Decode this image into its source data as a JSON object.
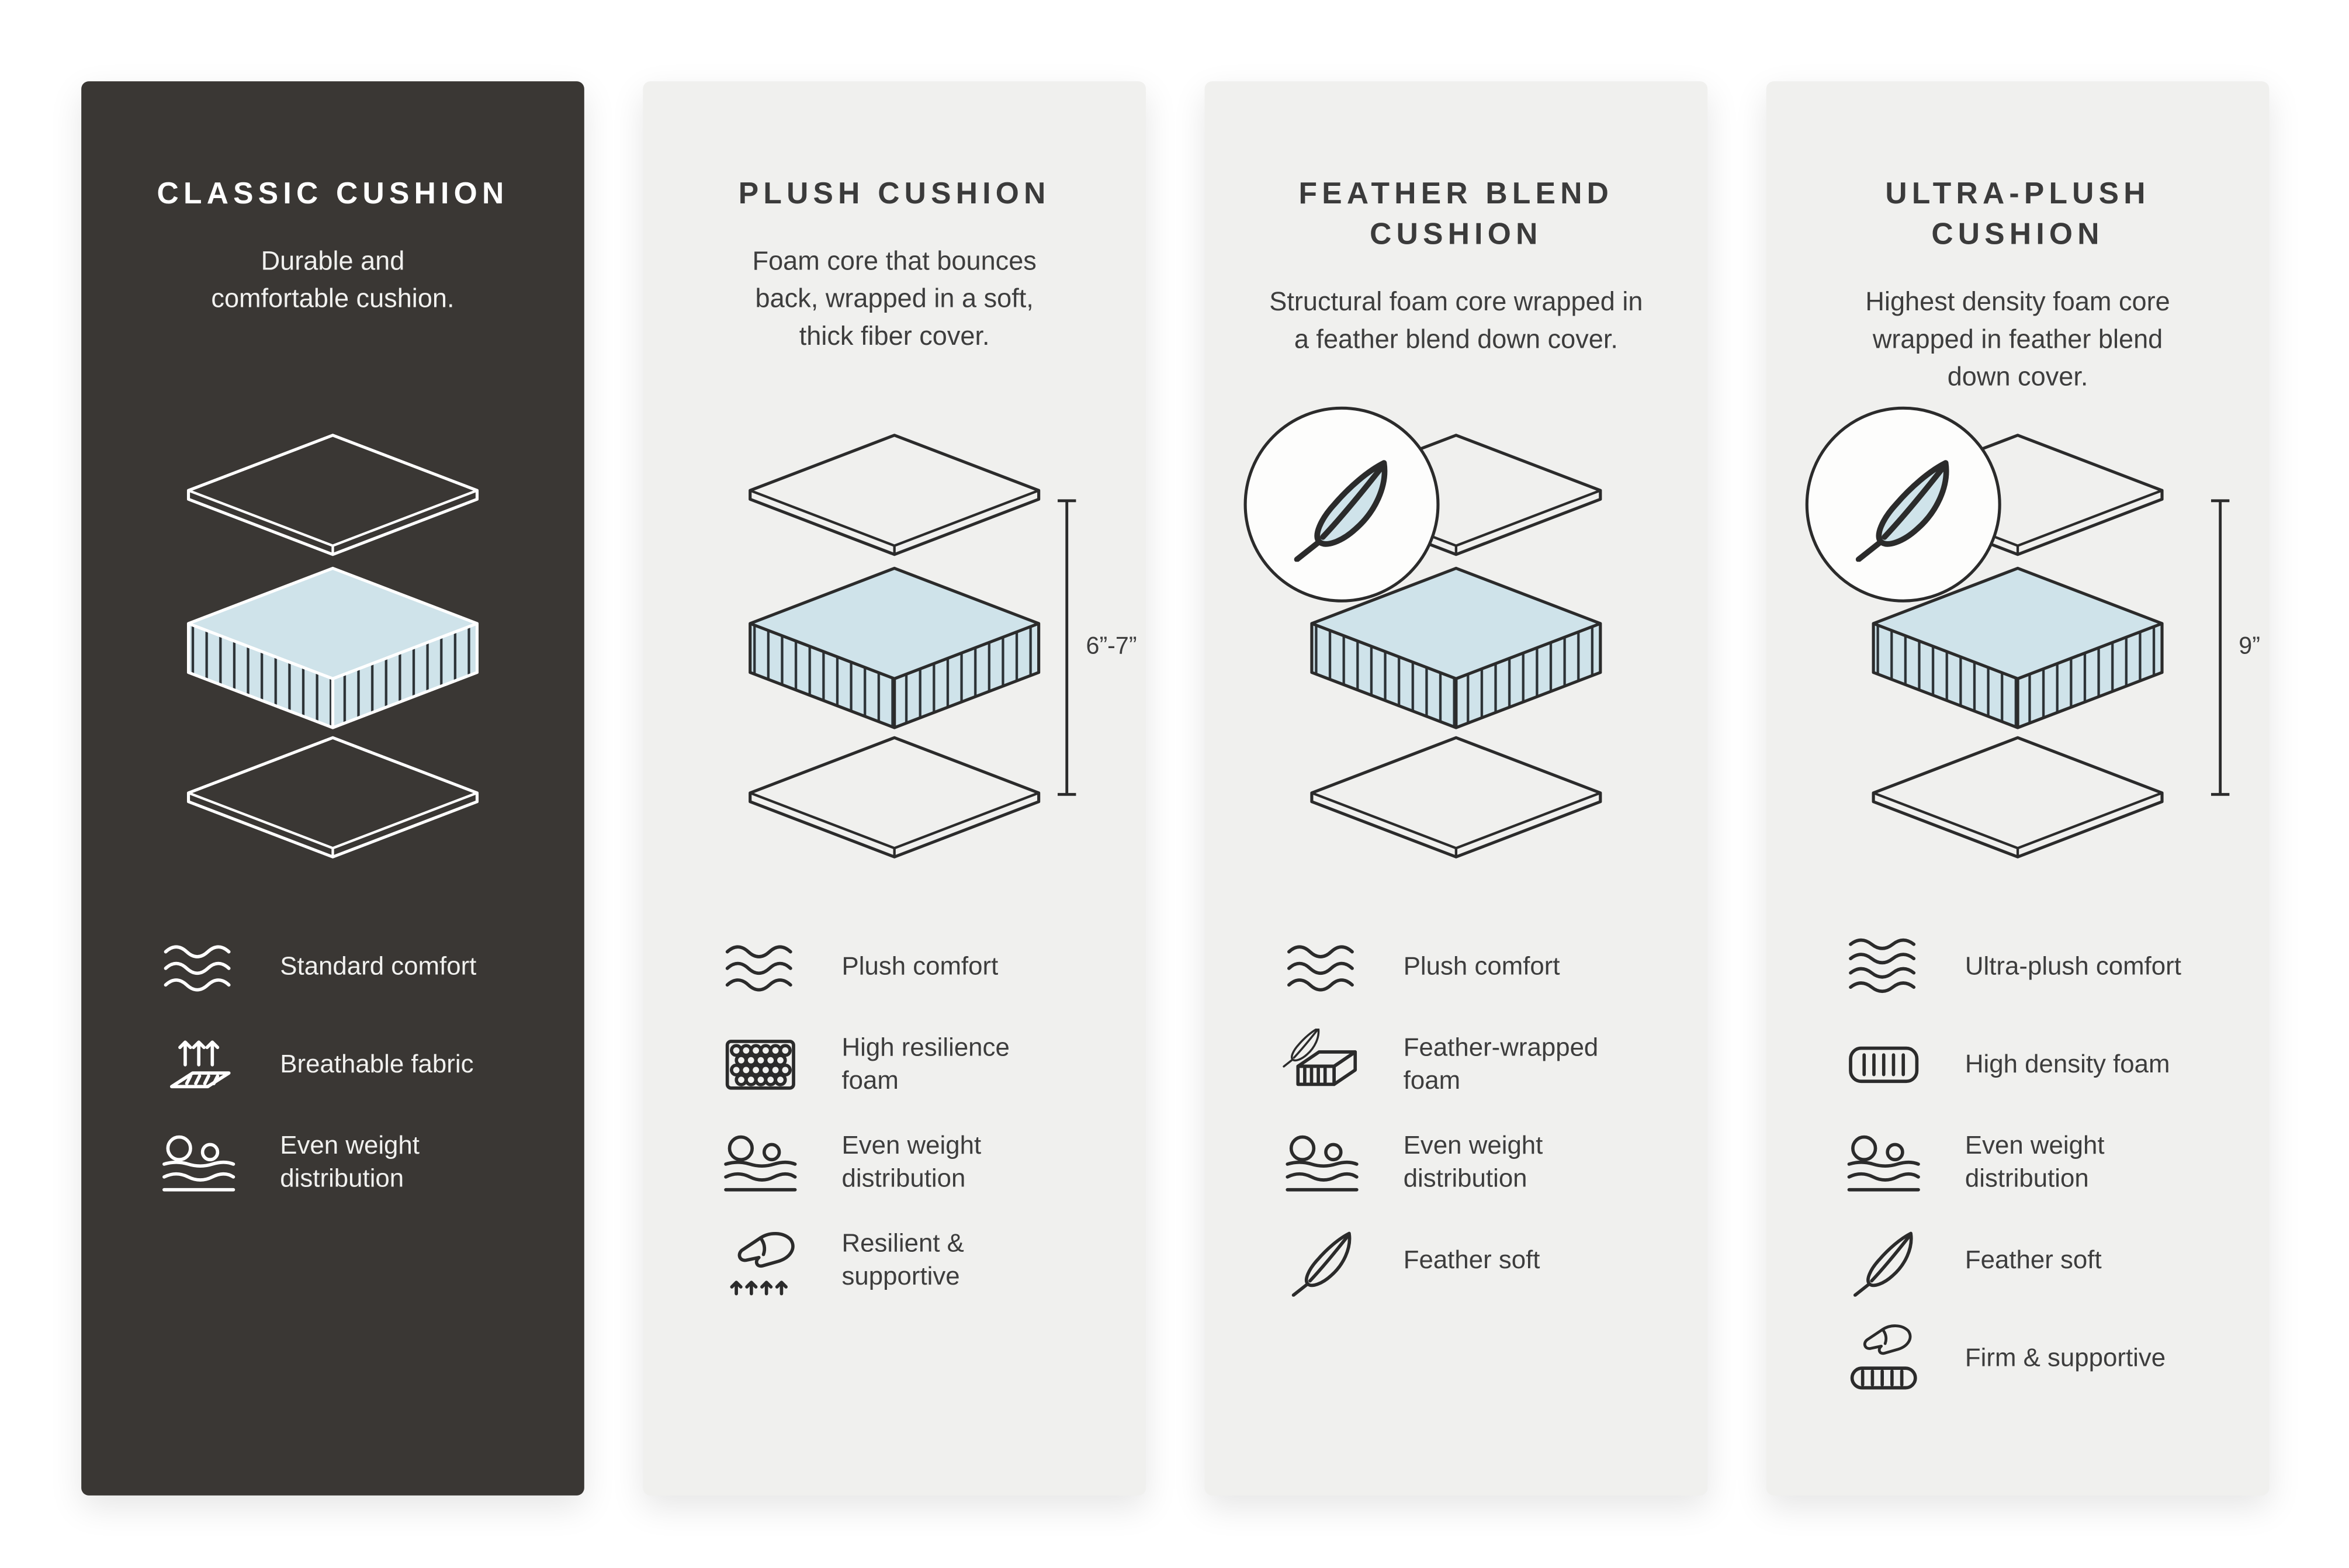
{
  "colors": {
    "page_bg": "#ffffff",
    "dark_panel_bg": "#3a3734",
    "light_panel_bg": "#f0f0ee",
    "foam_blue": "#cfe3ea",
    "line_dark": "#2b2b2b",
    "line_light": "#ffffff"
  },
  "panels": [
    {
      "id": "classic-cushion",
      "theme": "dark",
      "title": "CLASSIC CUSHION",
      "description": "Durable and\ncomfortable cushion.",
      "measurement": "",
      "feather_badge": false,
      "features": [
        {
          "icon": "wave-icon",
          "label": "Standard comfort"
        },
        {
          "icon": "breathable-icon",
          "label": "Breathable fabric"
        },
        {
          "icon": "weight-icon",
          "label": "Even weight\ndistribution"
        }
      ]
    },
    {
      "id": "plush-cushion",
      "theme": "light",
      "title": "PLUSH CUSHION",
      "description": "Foam core that bounces\nback, wrapped in a soft,\nthick fiber cover.",
      "measurement": "6”-7”",
      "feather_badge": false,
      "features": [
        {
          "icon": "wave-icon",
          "label": "Plush comfort"
        },
        {
          "icon": "foam-cells-icon",
          "label": "High resilience\nfoam"
        },
        {
          "icon": "weight-icon",
          "label": "Even weight\ndistribution"
        },
        {
          "icon": "resilient-icon",
          "label": "Resilient &\nsupportive"
        }
      ]
    },
    {
      "id": "feather-blend-cushion",
      "theme": "light",
      "title": "FEATHER BLEND\nCUSHION",
      "description": "Structural foam core wrapped in\na feather blend down cover.",
      "measurement": "",
      "feather_badge": true,
      "features": [
        {
          "icon": "wave-icon",
          "label": "Plush comfort"
        },
        {
          "icon": "feather-foam-icon",
          "label": "Feather-wrapped\nfoam"
        },
        {
          "icon": "weight-icon",
          "label": "Even weight\ndistribution"
        },
        {
          "icon": "feather-icon",
          "label": "Feather soft"
        }
      ]
    },
    {
      "id": "ultra-plush-cushion",
      "theme": "light",
      "title": "ULTRA-PLUSH\nCUSHION",
      "description": "Highest density foam core\nwrapped in feather blend\ndown cover.",
      "measurement": "9”",
      "feather_badge": true,
      "features": [
        {
          "icon": "wave4-icon",
          "label": "Ultra-plush comfort"
        },
        {
          "icon": "density-foam-icon",
          "label": "High density foam"
        },
        {
          "icon": "weight-icon",
          "label": "Even weight\ndistribution"
        },
        {
          "icon": "feather-icon",
          "label": "Feather soft"
        },
        {
          "icon": "firm-icon",
          "label": "Firm & supportive"
        }
      ]
    }
  ]
}
